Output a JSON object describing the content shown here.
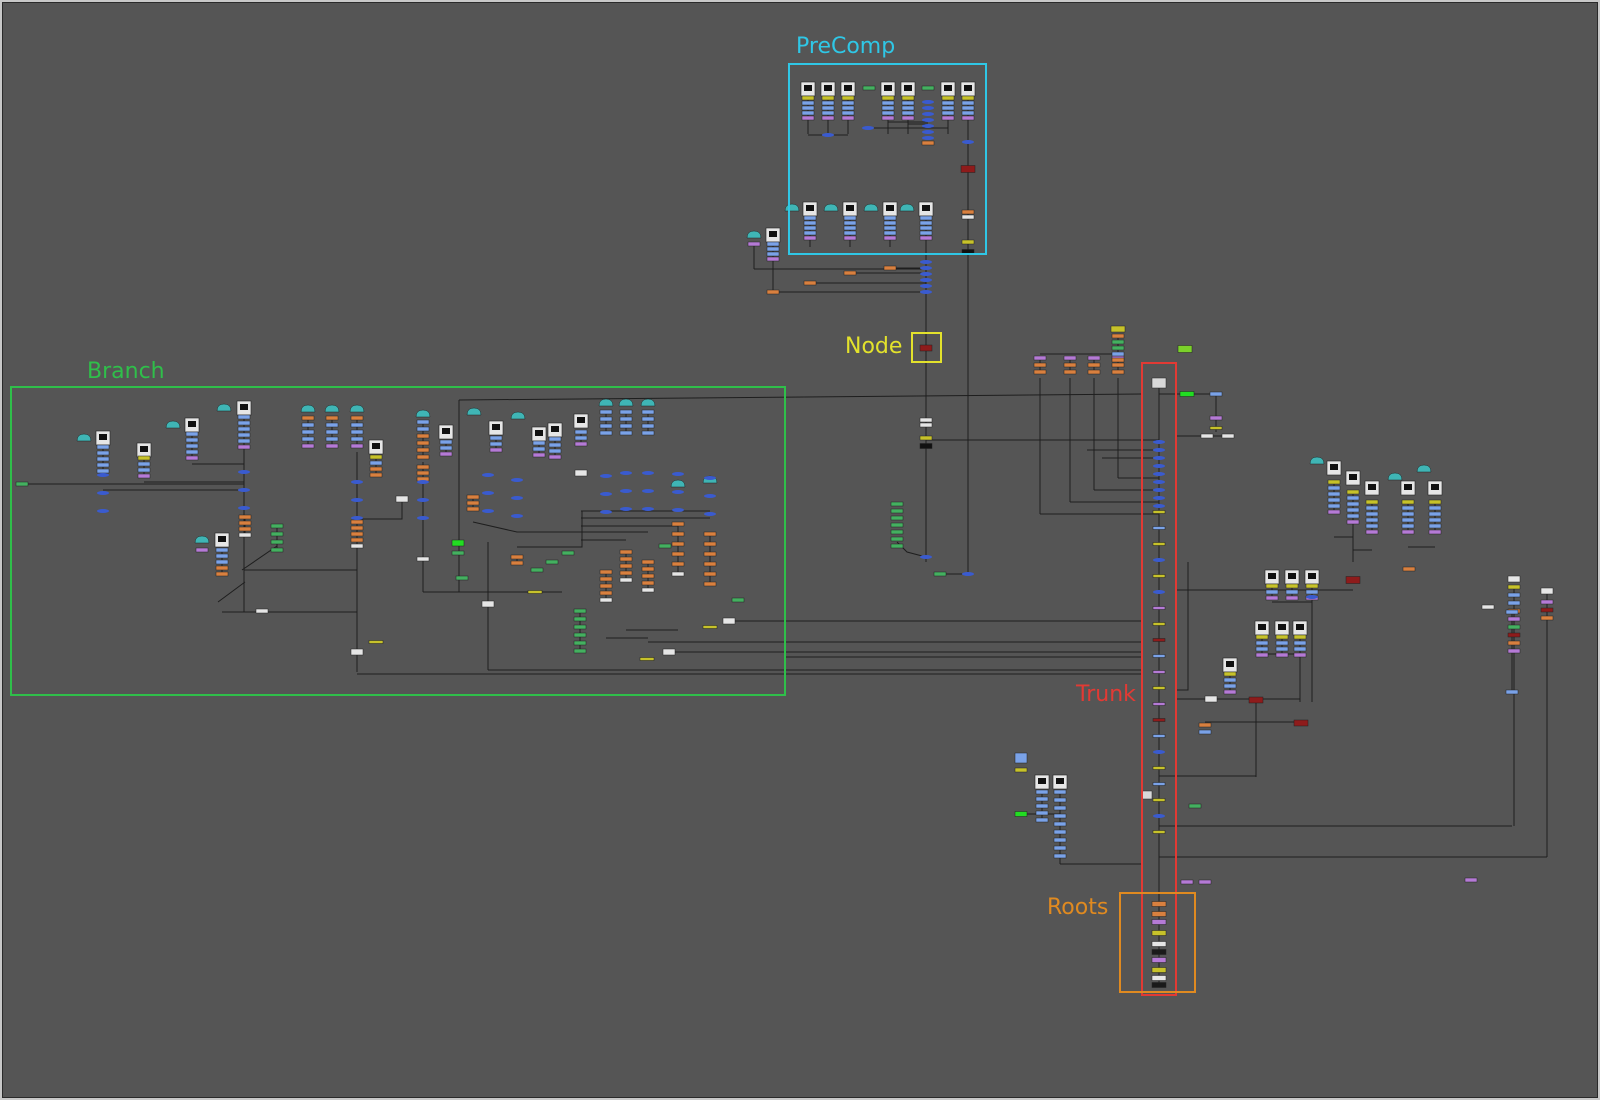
{
  "view": {
    "name": "node graph",
    "background": "#555555",
    "edge_color": "#1e1e1e"
  },
  "annotations": [
    {
      "id": "precomp",
      "label": "PreComp",
      "color": "#2fc7e6"
    },
    {
      "id": "node",
      "label": "Node",
      "color": "#e3e22c"
    },
    {
      "id": "branch",
      "label": "Branch",
      "color": "#2fbf4a"
    },
    {
      "id": "trunk",
      "label": "Trunk",
      "color": "#e23a34"
    },
    {
      "id": "roots",
      "label": "Roots",
      "color": "#e08a20"
    }
  ],
  "node_colors": {
    "read": "#e6e6e6",
    "grade": "#7aa2e8",
    "merge": "#3a5bcf",
    "transform": "#b57ad6",
    "blur": "#d9803f",
    "shape": "#44b060",
    "cache": "#3fb5b5",
    "write": "#8e1b1b",
    "warn": "#c7c22a",
    "viewer": "#d8d8d8"
  }
}
